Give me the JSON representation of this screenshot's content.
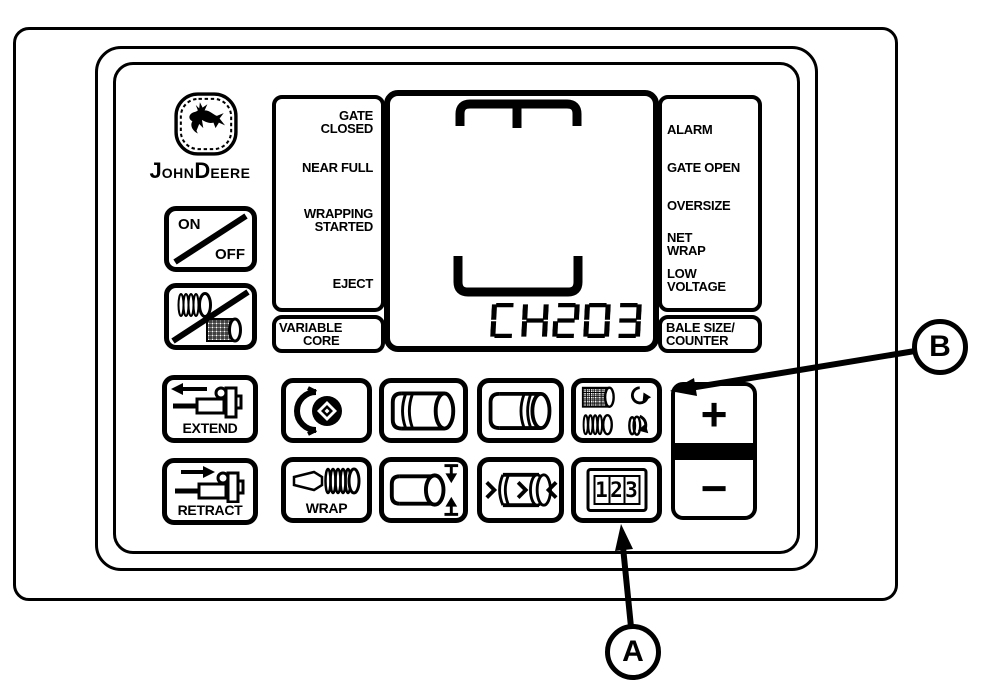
{
  "colors": {
    "ink": "#000000",
    "background": "#ffffff"
  },
  "brand": {
    "j": "J",
    "ohn": "OHN",
    "d": "D",
    "eere": "EERE"
  },
  "status_left": {
    "gate_closed_1": "GATE",
    "gate_closed_2": "CLOSED",
    "near_full": "NEAR FULL",
    "wrapping_1": "WRAPPING",
    "wrapping_2": "STARTED",
    "eject": "EJECT",
    "variable_core_1": "VARIABLE",
    "variable_core_2": "CORE"
  },
  "status_right": {
    "alarm": "ALARM",
    "gate_open": "GATE OPEN",
    "oversize": "OVERSIZE",
    "net_wrap_1": "NET",
    "net_wrap_2": "WRAP",
    "low_voltage_1": "LOW",
    "low_voltage_2": "VOLTAGE",
    "bale_counter_1": "BALE SIZE/",
    "bale_counter_2": "COUNTER"
  },
  "display": {
    "value": "CH203"
  },
  "buttons": {
    "on": "ON",
    "off": "OFF",
    "extend": "EXTEND",
    "retract": "RETRACT",
    "wrap": "WRAP",
    "plus": "+",
    "minus": "−",
    "counter_digits": "123"
  },
  "callouts": {
    "a": "A",
    "b": "B"
  },
  "icons": {
    "jd-logo": "leaping-deer-in-stitched-squircle",
    "on-off-button": "diagonal-slash",
    "twine-net-off-button": "twine-bale-and-net-bale-with-slash",
    "extend-button": "left-arrow-actuator",
    "retract-button": "right-arrow-actuator",
    "core-density-button": "belt-around-diamond-core",
    "bale-end-left-button": "cylinder-stripes-left",
    "bale-end-right-button": "cylinder-stripes-right",
    "wrap-count-button": "net-and-twine-bales-with-rotation-arrows",
    "wrap-button": "twine-tag-and-coil",
    "bale-size-button": "cylinder-with-vertical-compress-arrows",
    "bale-edge-button": "cylinder-with-inward-arrows",
    "counter-button": "three-digit-counter"
  }
}
